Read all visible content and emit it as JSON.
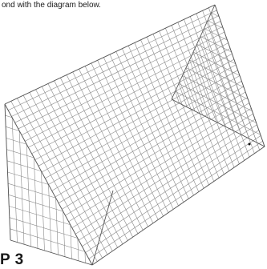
{
  "caption": "ond with the diagram below.",
  "step_heading": "P 3",
  "colors": {
    "grid_line": "#8a8a8a",
    "edge_line": "#555555",
    "background": "#ffffff"
  },
  "diagram": {
    "subject": "isometric wireframe grid of a right triangular prism"
  }
}
